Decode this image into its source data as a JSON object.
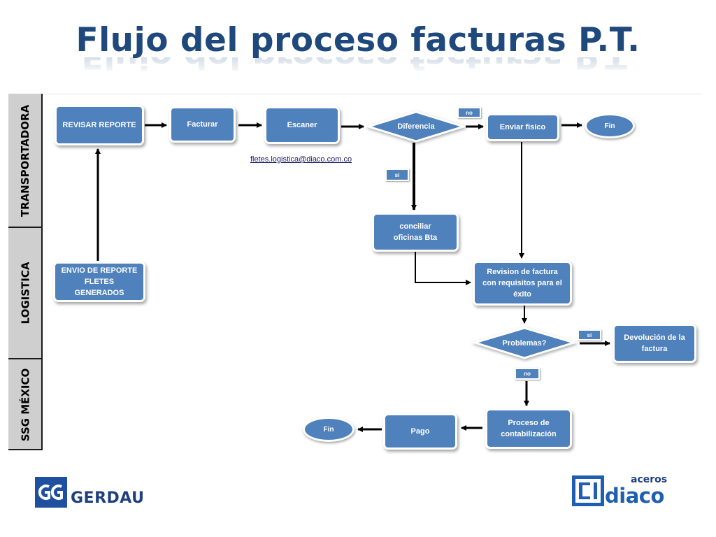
{
  "title": "Flujo del proceso facturas P.T.",
  "lanes": [
    "TRANSPORTADORA",
    "LOGISTICA",
    "SSG MÉXICO"
  ],
  "nodes": {
    "revisar_reporte": "REVISAR REPORTE",
    "facturar": "Facturar",
    "escaner": "Escaner",
    "diferencia": "Diferencia",
    "enviar_fisico": "Enviar fisico",
    "fin_top": "Fin",
    "envio_reporte": "ENVIO DE REPORTE FLETES GENERADOS",
    "conciliar": "conciliar oficinas Bta",
    "revision_factura": "Revision de factura con requisitos para el  éxito",
    "problemas": "Problemas?",
    "devolucion": "Devolución de la factura",
    "proceso_contabilizacion": "Proceso de contabilización",
    "pago": "Pago",
    "fin_bottom": "Fin"
  },
  "tags": {
    "no_diferencia": "no",
    "si_diferencia": "si",
    "si_problemas": "si",
    "no_problemas": "no"
  },
  "email": "fletes.logistica@diaco.com.co",
  "logos": {
    "gerdau": "GERDAU",
    "aceros": "aceros",
    "diaco": "diaco"
  },
  "colors": {
    "box": "#4F81BD",
    "title": "#1F497D",
    "lane": "#cfcfcf"
  }
}
